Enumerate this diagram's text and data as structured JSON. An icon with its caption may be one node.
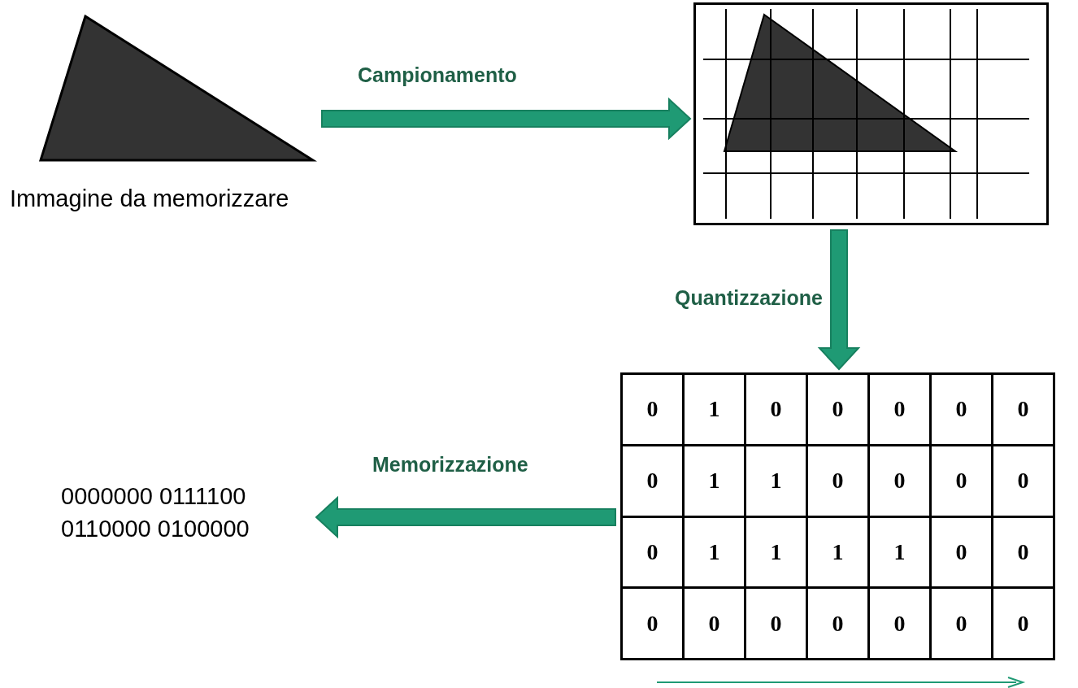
{
  "diagram": {
    "nodes": [
      {
        "text": [],
        "shape": "picture",
        "beside": [
          "Immagine da memorizzare"
        ]
      },
      {
        "text": [],
        "shape": "picture"
      },
      {
        "text": [
          "0",
          "1",
          "0",
          "0",
          "0",
          "0",
          "0",
          "0",
          "1",
          "1",
          "0",
          "0",
          "0",
          "0",
          "0",
          "1",
          "1",
          "1",
          "1",
          "0",
          "0",
          "0",
          "0",
          "0",
          "0",
          "0",
          "0",
          "0"
        ]
      },
      {
        "text": [
          "0000000 0111100 0110000 0100000"
        ]
      }
    ],
    "edges": [
      {
        "from": 0,
        "to": 1,
        "arrow": "to",
        "label": "Campionamento",
        "style": "thick"
      },
      {
        "from": 1,
        "to": 2,
        "arrow": "to",
        "label": "Quantizzazione",
        "style": "thick"
      },
      {
        "from": 2,
        "to": 3,
        "arrow": "to",
        "label": "Memorizzazione",
        "style": "thick"
      }
    ]
  }
}
